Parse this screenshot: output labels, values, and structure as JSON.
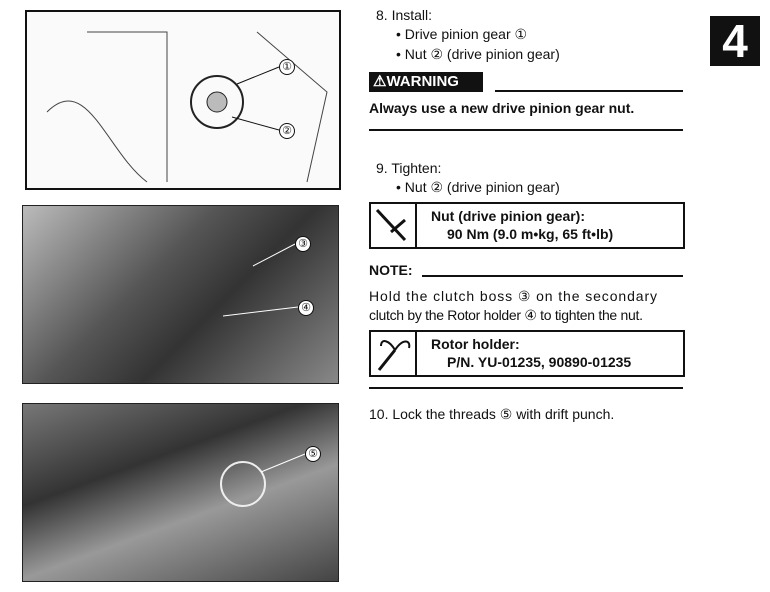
{
  "chapter_tab": "4",
  "figures": {
    "callouts": [
      "①",
      "②",
      "③",
      "④",
      "⑤"
    ]
  },
  "step8": {
    "title": "8. Install:",
    "items": [
      "• Drive pinion gear ①",
      "• Nut ② (drive pinion gear)"
    ]
  },
  "warning": {
    "label": "WARNING",
    "icon": "warning-triangle-icon",
    "text": "Always use a new drive pinion gear nut."
  },
  "step9": {
    "title": "9. Tighten:",
    "items": [
      "• Nut ② (drive pinion gear)"
    ]
  },
  "torque": {
    "icon": "torque-wrench-icon",
    "label": "Nut (drive pinion gear):",
    "value": "90 Nm (9.0 m•kg, 65 ft•lb)"
  },
  "note": {
    "label": "NOTE:",
    "lines": [
      "Hold the clutch boss ③ on the secondary",
      "clutch by the Rotor holder ④ to tighten the nut."
    ]
  },
  "tool": {
    "icon": "rotor-holder-icon",
    "label": "Rotor holder:",
    "value": "P/N. YU-01235, 90890-01235"
  },
  "step10": {
    "title": "10. Lock the threads ⑤ with drift punch."
  }
}
